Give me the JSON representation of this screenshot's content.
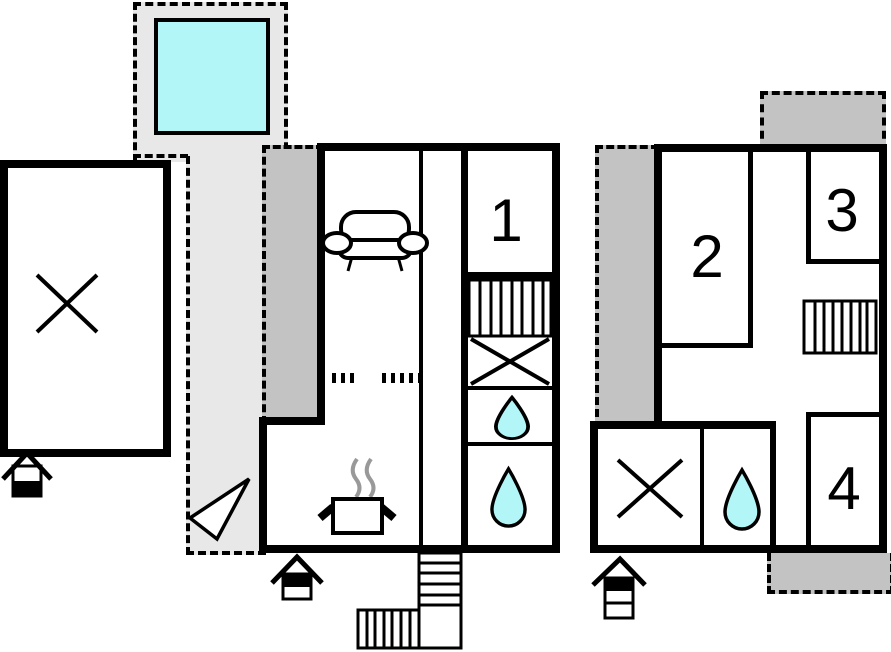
{
  "plan": {
    "type": "vacation-home-floor-plan",
    "rooms": {
      "r1": "1",
      "r2": "2",
      "r3": "3",
      "r4": "4"
    },
    "colors": {
      "background": "#ffffff",
      "wall": "#000000",
      "pool_water": "#b2f6f8",
      "water_drop": "#b2f6f8",
      "outdoor_light_area": "#e8e8e8",
      "outdoor_dark_area": "#c3c3c3",
      "heat_lines": "#999999"
    },
    "icons": [
      "pool",
      "carport-cross",
      "couch",
      "stove",
      "heat-waves",
      "entrance-arrow",
      "stairs-interior",
      "stairs-exterior",
      "stairs-upper",
      "wardrobe-cross",
      "water-drop",
      "house-level-ground",
      "house-level-main",
      "house-level-upper"
    ]
  }
}
